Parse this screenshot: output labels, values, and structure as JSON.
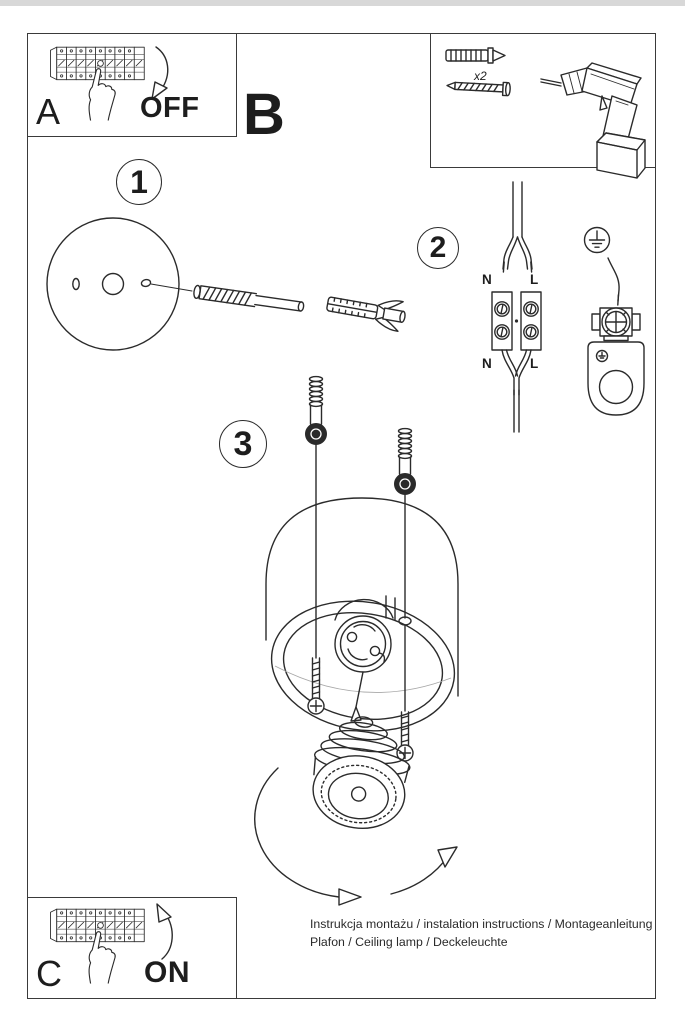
{
  "colors": {
    "ink": "#2b2b2b",
    "paper": "#ffffff"
  },
  "panels": {
    "a": {
      "label": "A",
      "action": "OFF"
    },
    "b": {
      "label": "B"
    },
    "c": {
      "label": "C",
      "action": "ON"
    }
  },
  "toolbox": {
    "quantity_label": "x2"
  },
  "steps": {
    "one": {
      "number": "1"
    },
    "two": {
      "number": "2",
      "labels": {
        "top_n": "N",
        "top_l": "L",
        "bottom_n": "N",
        "bottom_l": "L"
      }
    },
    "three": {
      "number": "3"
    }
  },
  "footer": {
    "line1": "Instrukcja montażu / instalation instructions / Montageanleitung",
    "line2": "Plafon / Ceiling lamp / Deckeleuchte"
  }
}
